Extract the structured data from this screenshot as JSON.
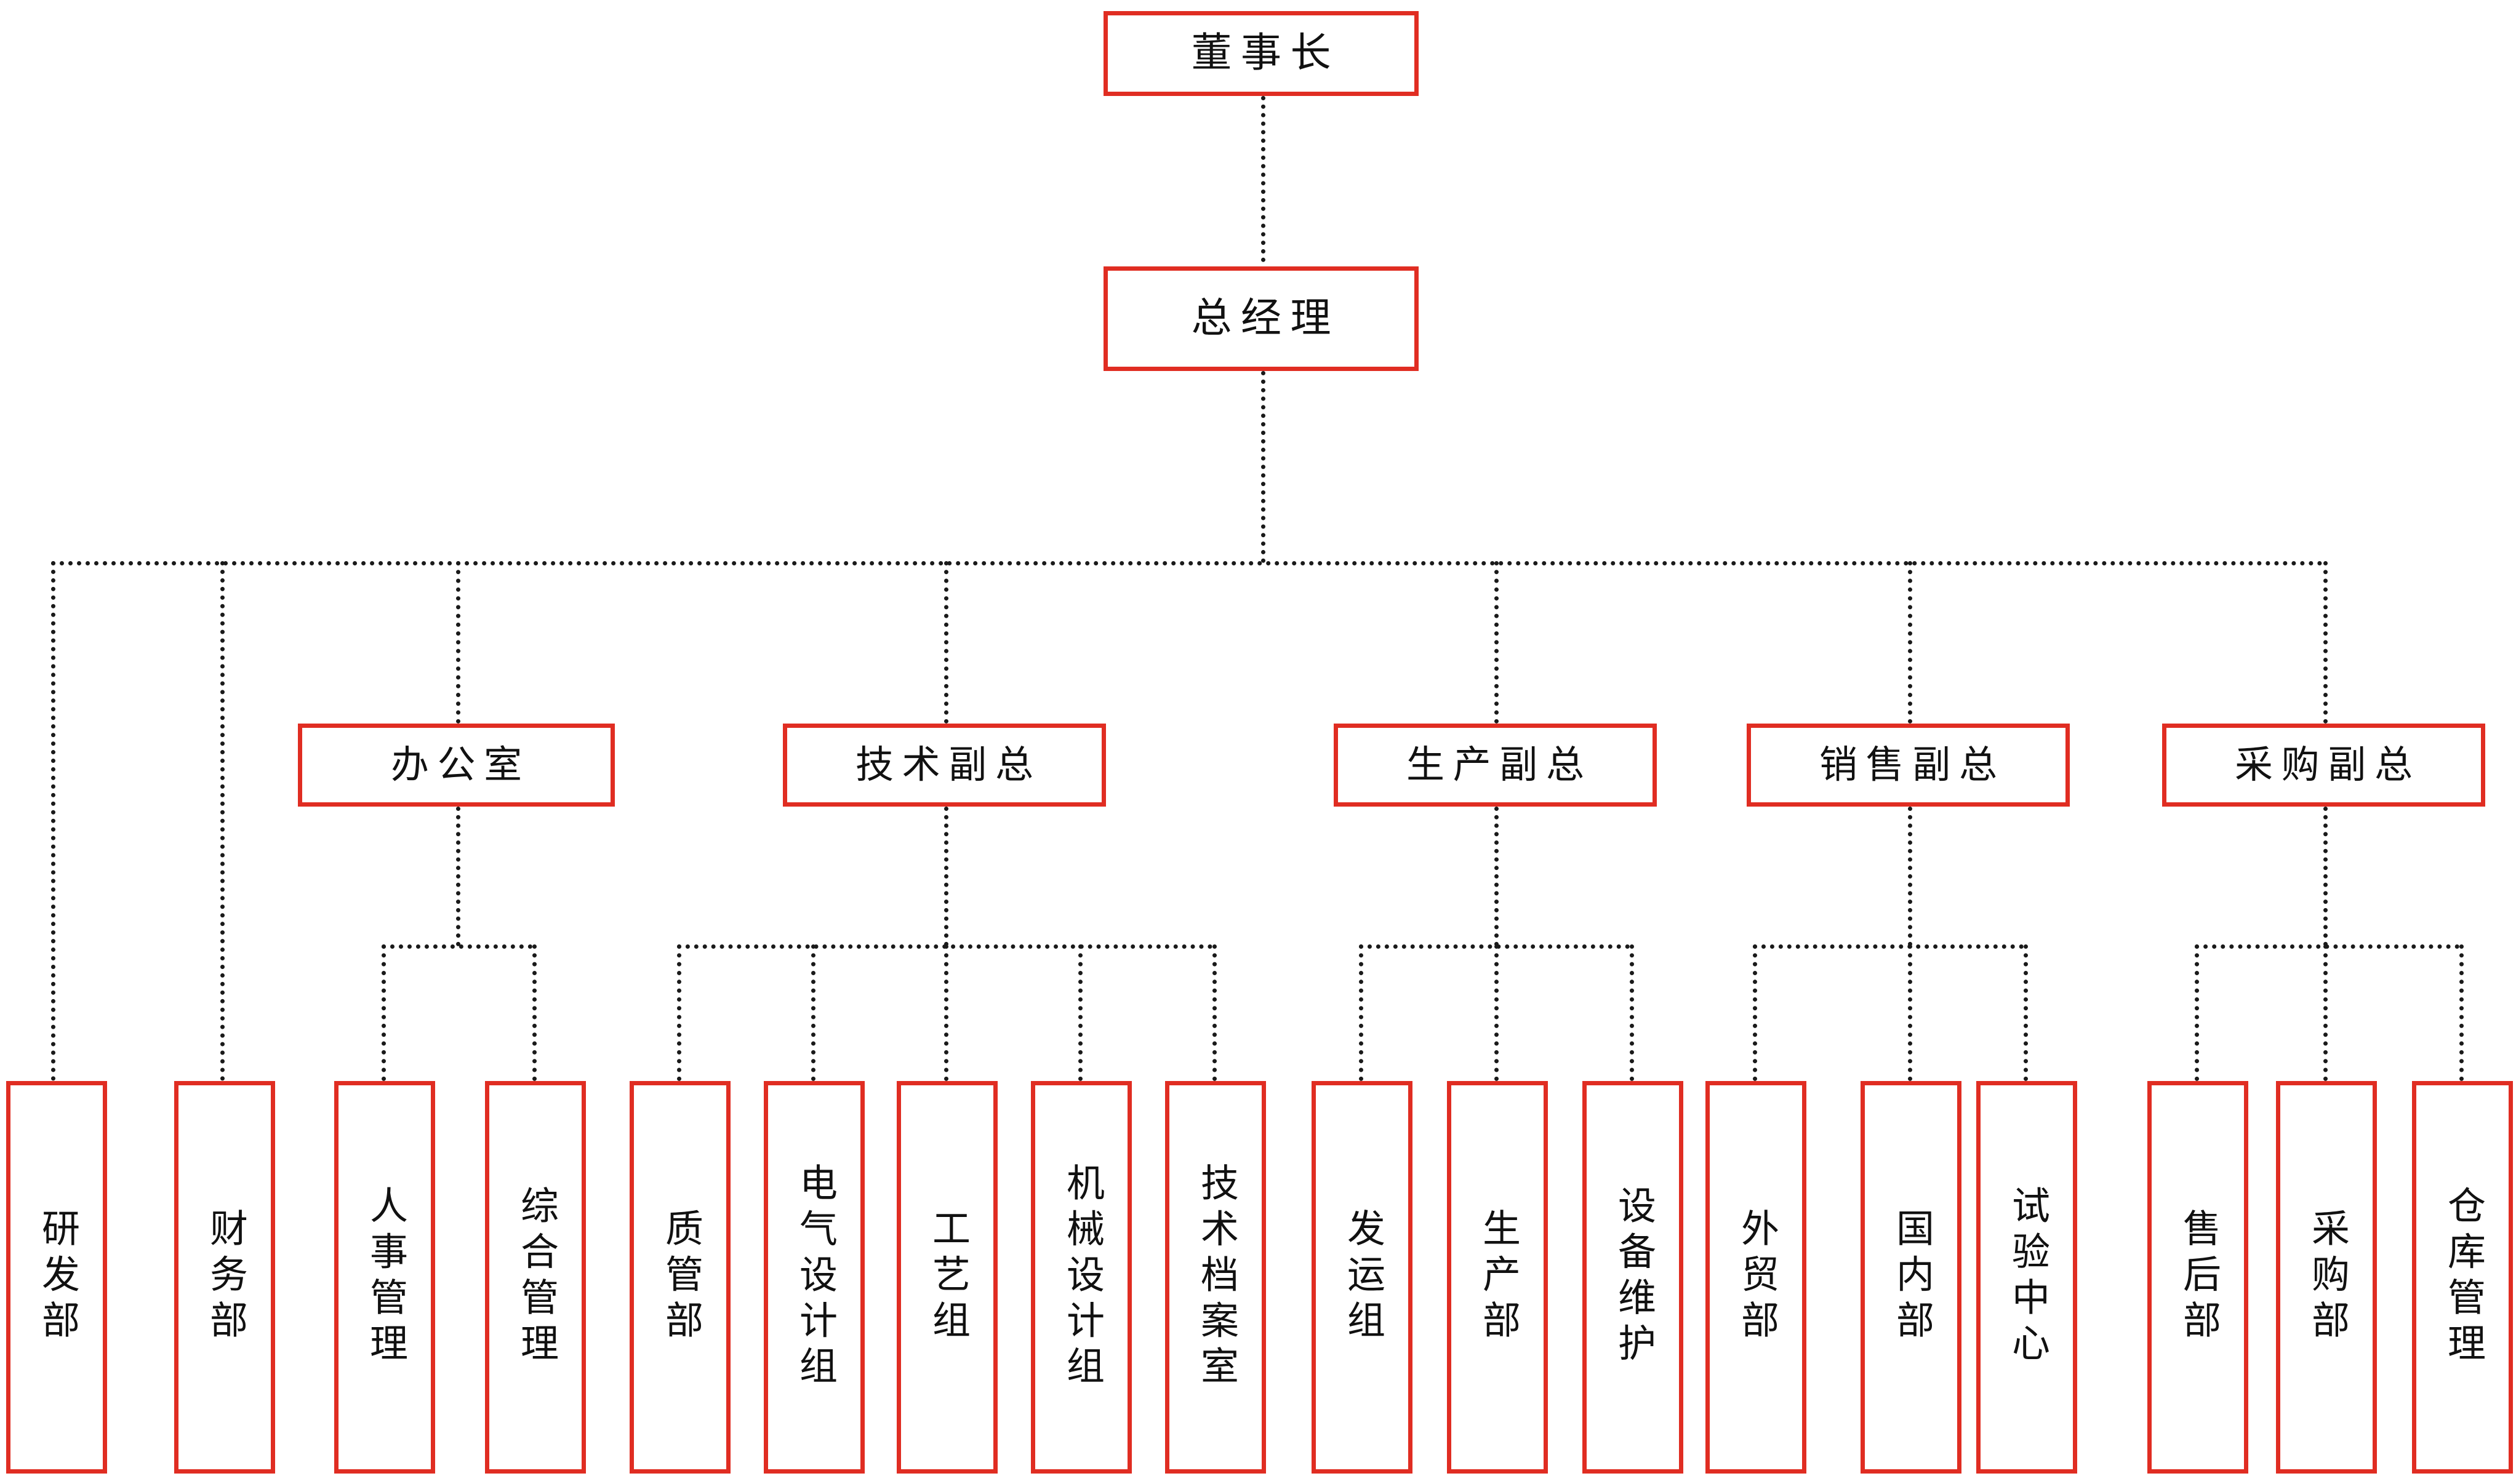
{
  "chart_data": {
    "type": "diagram",
    "diagram_kind": "organization-chart",
    "title": "",
    "orientation": "top-down",
    "connector_style": "dotted",
    "node_border_color": "#e02d22",
    "node_fill_color": "#ffffff",
    "text_color": "#111111",
    "levels": 4,
    "node_count": 23,
    "nodes": [
      {
        "id": "chairman",
        "label": "董事长",
        "level": 1,
        "parent": null,
        "text_orientation": "horizontal"
      },
      {
        "id": "gm",
        "label": "总经理",
        "level": 2,
        "parent": "chairman",
        "text_orientation": "horizontal"
      },
      {
        "id": "rd",
        "label": "研发部",
        "level": 4,
        "parent": "gm",
        "text_orientation": "vertical"
      },
      {
        "id": "finance",
        "label": "财务部",
        "level": 4,
        "parent": "gm",
        "text_orientation": "vertical"
      },
      {
        "id": "office",
        "label": "办公室",
        "level": 3,
        "parent": "gm",
        "text_orientation": "horizontal"
      },
      {
        "id": "tech_vp",
        "label": "技术副总",
        "level": 3,
        "parent": "gm",
        "text_orientation": "horizontal"
      },
      {
        "id": "prod_vp",
        "label": "生产副总",
        "level": 3,
        "parent": "gm",
        "text_orientation": "horizontal"
      },
      {
        "id": "sales_vp",
        "label": "销售副总",
        "level": 3,
        "parent": "gm",
        "text_orientation": "horizontal"
      },
      {
        "id": "purch_vp",
        "label": "采购副总",
        "level": 3,
        "parent": "gm",
        "text_orientation": "horizontal"
      },
      {
        "id": "hr",
        "label": "人事管理",
        "level": 4,
        "parent": "office",
        "text_orientation": "vertical"
      },
      {
        "id": "general_mgmt",
        "label": "综合管理",
        "level": 4,
        "parent": "office",
        "text_orientation": "vertical"
      },
      {
        "id": "qa",
        "label": "质管部",
        "level": 4,
        "parent": "tech_vp",
        "text_orientation": "vertical"
      },
      {
        "id": "elec_design",
        "label": "电气设计组",
        "level": 4,
        "parent": "tech_vp",
        "text_orientation": "vertical"
      },
      {
        "id": "process",
        "label": "工艺组",
        "level": 4,
        "parent": "tech_vp",
        "text_orientation": "vertical"
      },
      {
        "id": "mech_design",
        "label": "机械设计组",
        "level": 4,
        "parent": "tech_vp",
        "text_orientation": "vertical"
      },
      {
        "id": "tech_archive",
        "label": "技术档案室",
        "level": 4,
        "parent": "tech_vp",
        "text_orientation": "vertical"
      },
      {
        "id": "shipping",
        "label": "发运组",
        "level": 4,
        "parent": "prod_vp",
        "text_orientation": "vertical"
      },
      {
        "id": "production",
        "label": "生产部",
        "level": 4,
        "parent": "prod_vp",
        "text_orientation": "vertical"
      },
      {
        "id": "equip_maint",
        "label": "设备维护",
        "level": 4,
        "parent": "prod_vp",
        "text_orientation": "vertical"
      },
      {
        "id": "foreign",
        "label": "外贸部",
        "level": 4,
        "parent": "sales_vp",
        "text_orientation": "vertical"
      },
      {
        "id": "domestic",
        "label": "国内部",
        "level": 4,
        "parent": "sales_vp",
        "text_orientation": "vertical"
      },
      {
        "id": "test_center",
        "label": "试验中心",
        "level": 4,
        "parent": "sales_vp",
        "text_orientation": "vertical"
      },
      {
        "id": "aftersales",
        "label": "售后部",
        "level": 4,
        "parent": "purch_vp",
        "text_orientation": "vertical"
      },
      {
        "id": "purchasing",
        "label": "采购部",
        "level": 4,
        "parent": "purch_vp",
        "text_orientation": "vertical"
      },
      {
        "id": "warehouse",
        "label": "仓库管理",
        "level": 4,
        "parent": "purch_vp",
        "text_orientation": "vertical"
      }
    ]
  },
  "org": {
    "chairman": {
      "label": "董事长"
    },
    "general_manager": {
      "label": "总经理"
    },
    "divisions": [
      {
        "label": "办公室"
      },
      {
        "label": "技术副总"
      },
      {
        "label": "生产副总"
      },
      {
        "label": "销售副总"
      },
      {
        "label": "采购副总"
      }
    ],
    "departments": [
      {
        "label": "研发部"
      },
      {
        "label": "财务部"
      },
      {
        "label": "人事管理"
      },
      {
        "label": "综合管理"
      },
      {
        "label": "质管部"
      },
      {
        "label": "电气设计组"
      },
      {
        "label": "工艺组"
      },
      {
        "label": "机械设计组"
      },
      {
        "label": "技术档案室"
      },
      {
        "label": "发运组"
      },
      {
        "label": "生产部"
      },
      {
        "label": "设备维护"
      },
      {
        "label": "外贸部"
      },
      {
        "label": "国内部"
      },
      {
        "label": "试验中心"
      },
      {
        "label": "售后部"
      },
      {
        "label": "采购部"
      },
      {
        "label": "仓库管理"
      }
    ]
  }
}
